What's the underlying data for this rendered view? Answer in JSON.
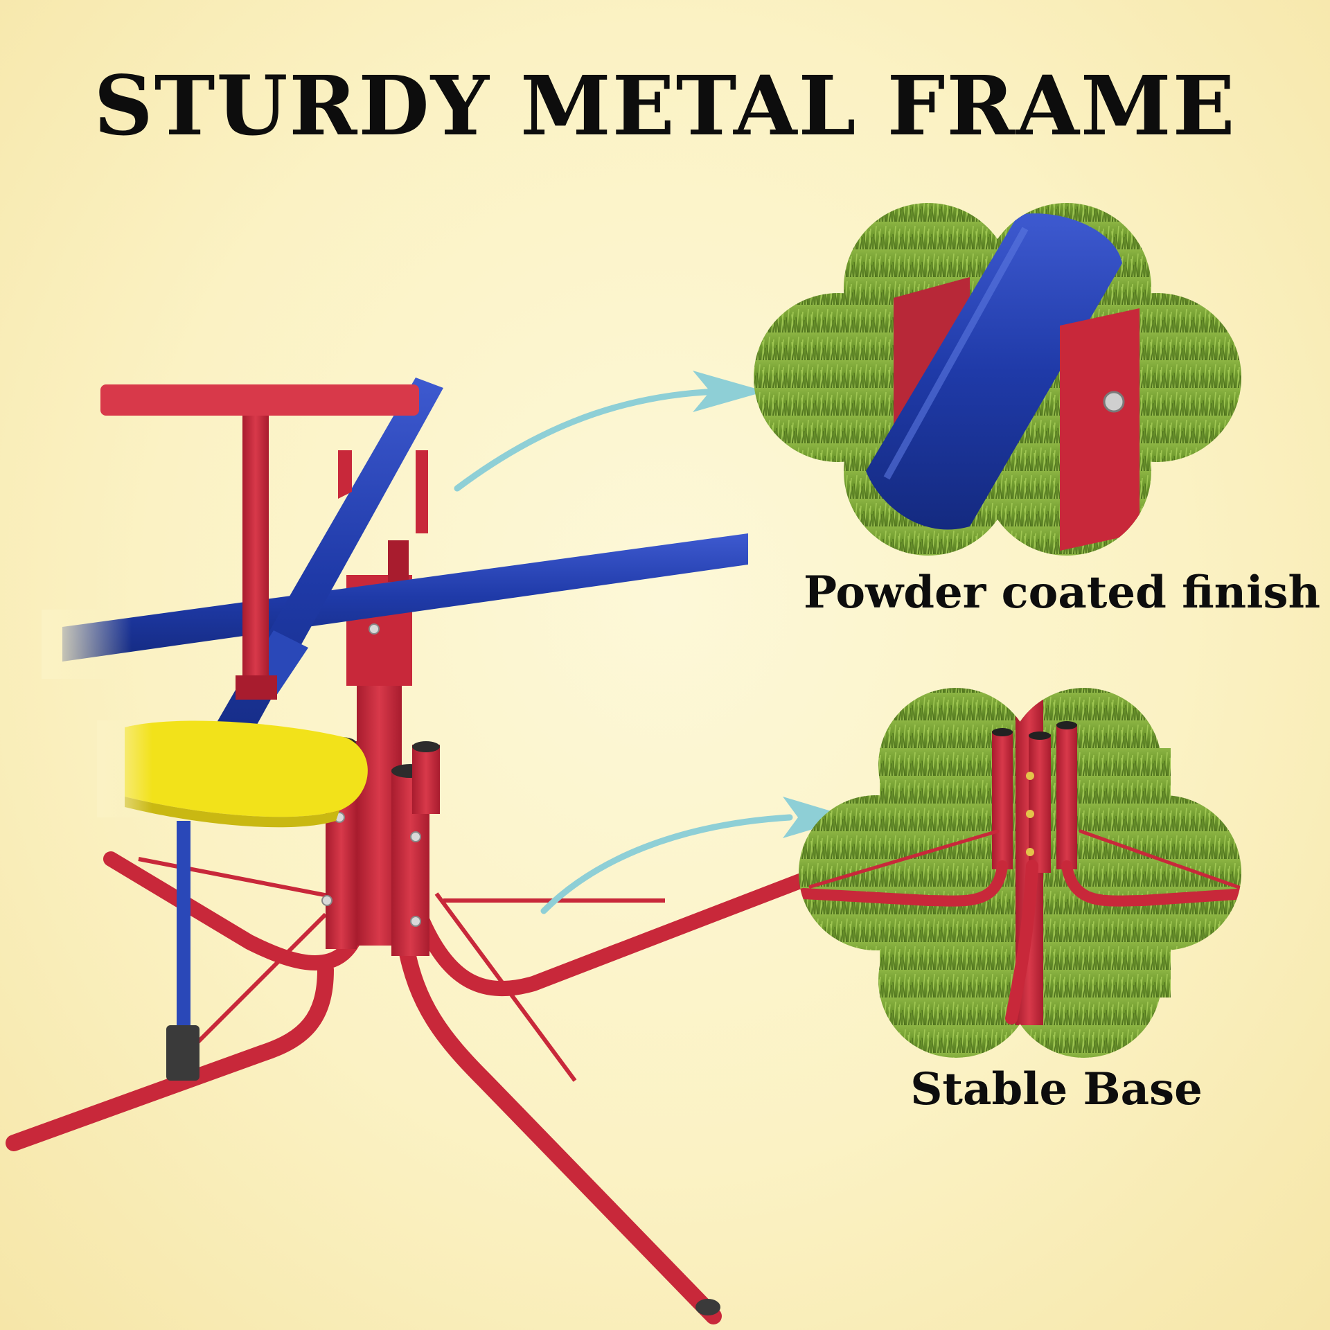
{
  "headline": "STURDY METAL FRAME",
  "features": [
    {
      "caption": "Powder coated finish",
      "icon": "blue-tube-bracket-closeup"
    },
    {
      "caption": "Stable Base",
      "icon": "red-base-legs-closeup"
    }
  ],
  "colors": {
    "background": "#fbf2c4",
    "frame_red": "#c8283a",
    "tube_blue": "#1f3aa8",
    "seat_yellow": "#f2e21a",
    "arrow_teal": "#8ecfd6",
    "grass_green": "#7da43a",
    "text": "#0d0d0d"
  }
}
